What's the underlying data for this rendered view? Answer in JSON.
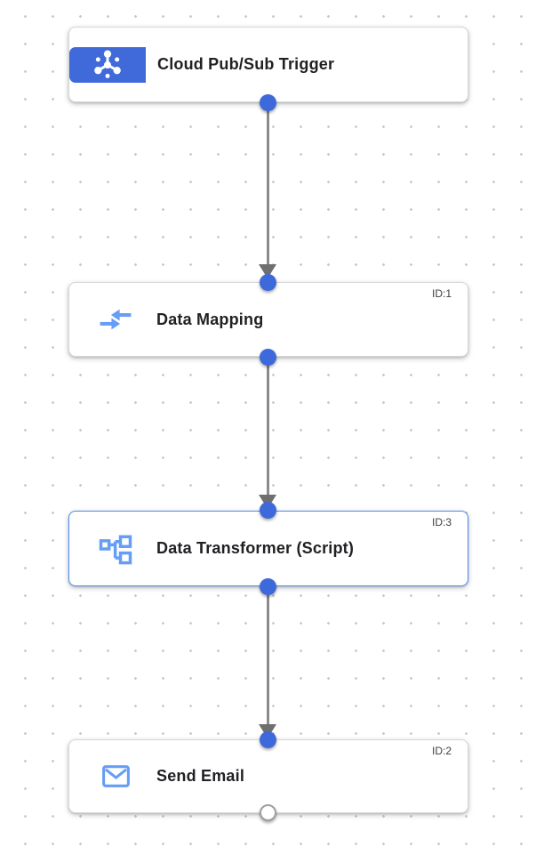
{
  "canvas": {
    "description": "integration workflow editor canvas"
  },
  "colors": {
    "trigger-blue": "#4069d9",
    "port-blue": "#3e69da",
    "port-open-border": "#9e9e9e",
    "selected-border": "#4e8af4",
    "edge-line": "#8b8b8b",
    "arrowhead": "#6f6f6f",
    "icon-blue": "#669df6",
    "label": "#202124",
    "badge": "#3c4043",
    "node-border": "#d8d8d8",
    "grid-dot": "#c9c9c9"
  },
  "nodes": [
    {
      "label": "Cloud Pub/Sub Trigger",
      "icon": "pubsub-icon",
      "kind": "trigger"
    },
    {
      "label": "Data Mapping",
      "badge": "ID:1",
      "icon": "data-mapping-icon",
      "kind": "task"
    },
    {
      "label": "Data Transformer (Script)",
      "badge": "ID:3",
      "icon": "data-transformer-icon",
      "kind": "task",
      "selected": true
    },
    {
      "label": "Send Email",
      "badge": "ID:2",
      "icon": "email-icon",
      "kind": "task"
    }
  ],
  "edges": [
    {
      "from": "Cloud Pub/Sub Trigger",
      "to": "Data Mapping"
    },
    {
      "from": "Data Mapping",
      "to": "Data Transformer (Script)"
    },
    {
      "from": "Data Transformer (Script)",
      "to": "Send Email"
    }
  ]
}
